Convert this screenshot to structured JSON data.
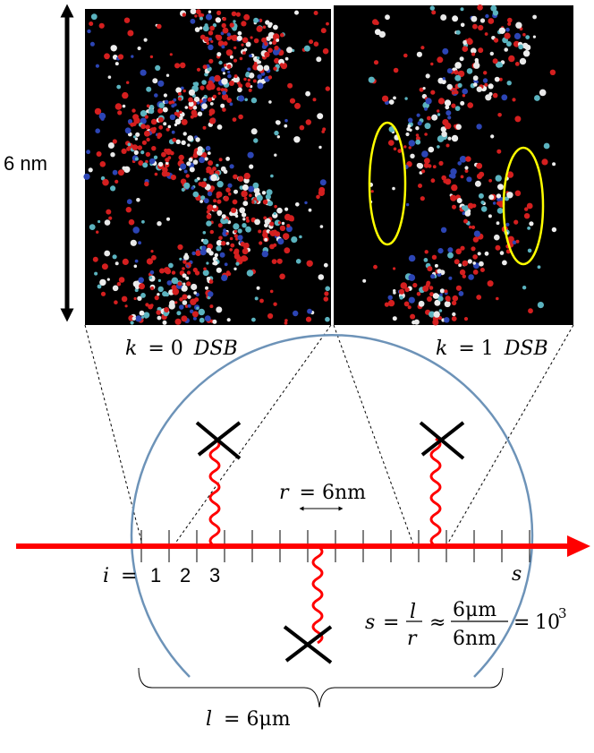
{
  "scale_label": "6 nm",
  "panels": {
    "left_caption_k": "k",
    "left_caption_eq": "= 0",
    "left_caption_dsb": "DSB",
    "right_caption_k": "k",
    "right_caption_eq": "= 1",
    "right_caption_dsb": "DSB"
  },
  "track": {
    "r_label_var": "r",
    "r_label_rest": "= 6nm",
    "index_i": "i",
    "index_eq": "=",
    "index_labels": [
      "1",
      "2",
      "3"
    ],
    "last_index": "s",
    "tick_count": 15
  },
  "formula": {
    "s": "s",
    "eq": "=",
    "l": "l",
    "r": "r",
    "approx": "≈",
    "num": "6μm",
    "den": "6nm",
    "eq2": "=",
    "result": "10",
    "exp": "3"
  },
  "length": {
    "l": "l",
    "rest": "= 6μm"
  },
  "colors": {
    "arrow": "#ff0000",
    "circle": "#6d93b8",
    "highlight": "#ffff00",
    "panel_bg": "#000000"
  }
}
